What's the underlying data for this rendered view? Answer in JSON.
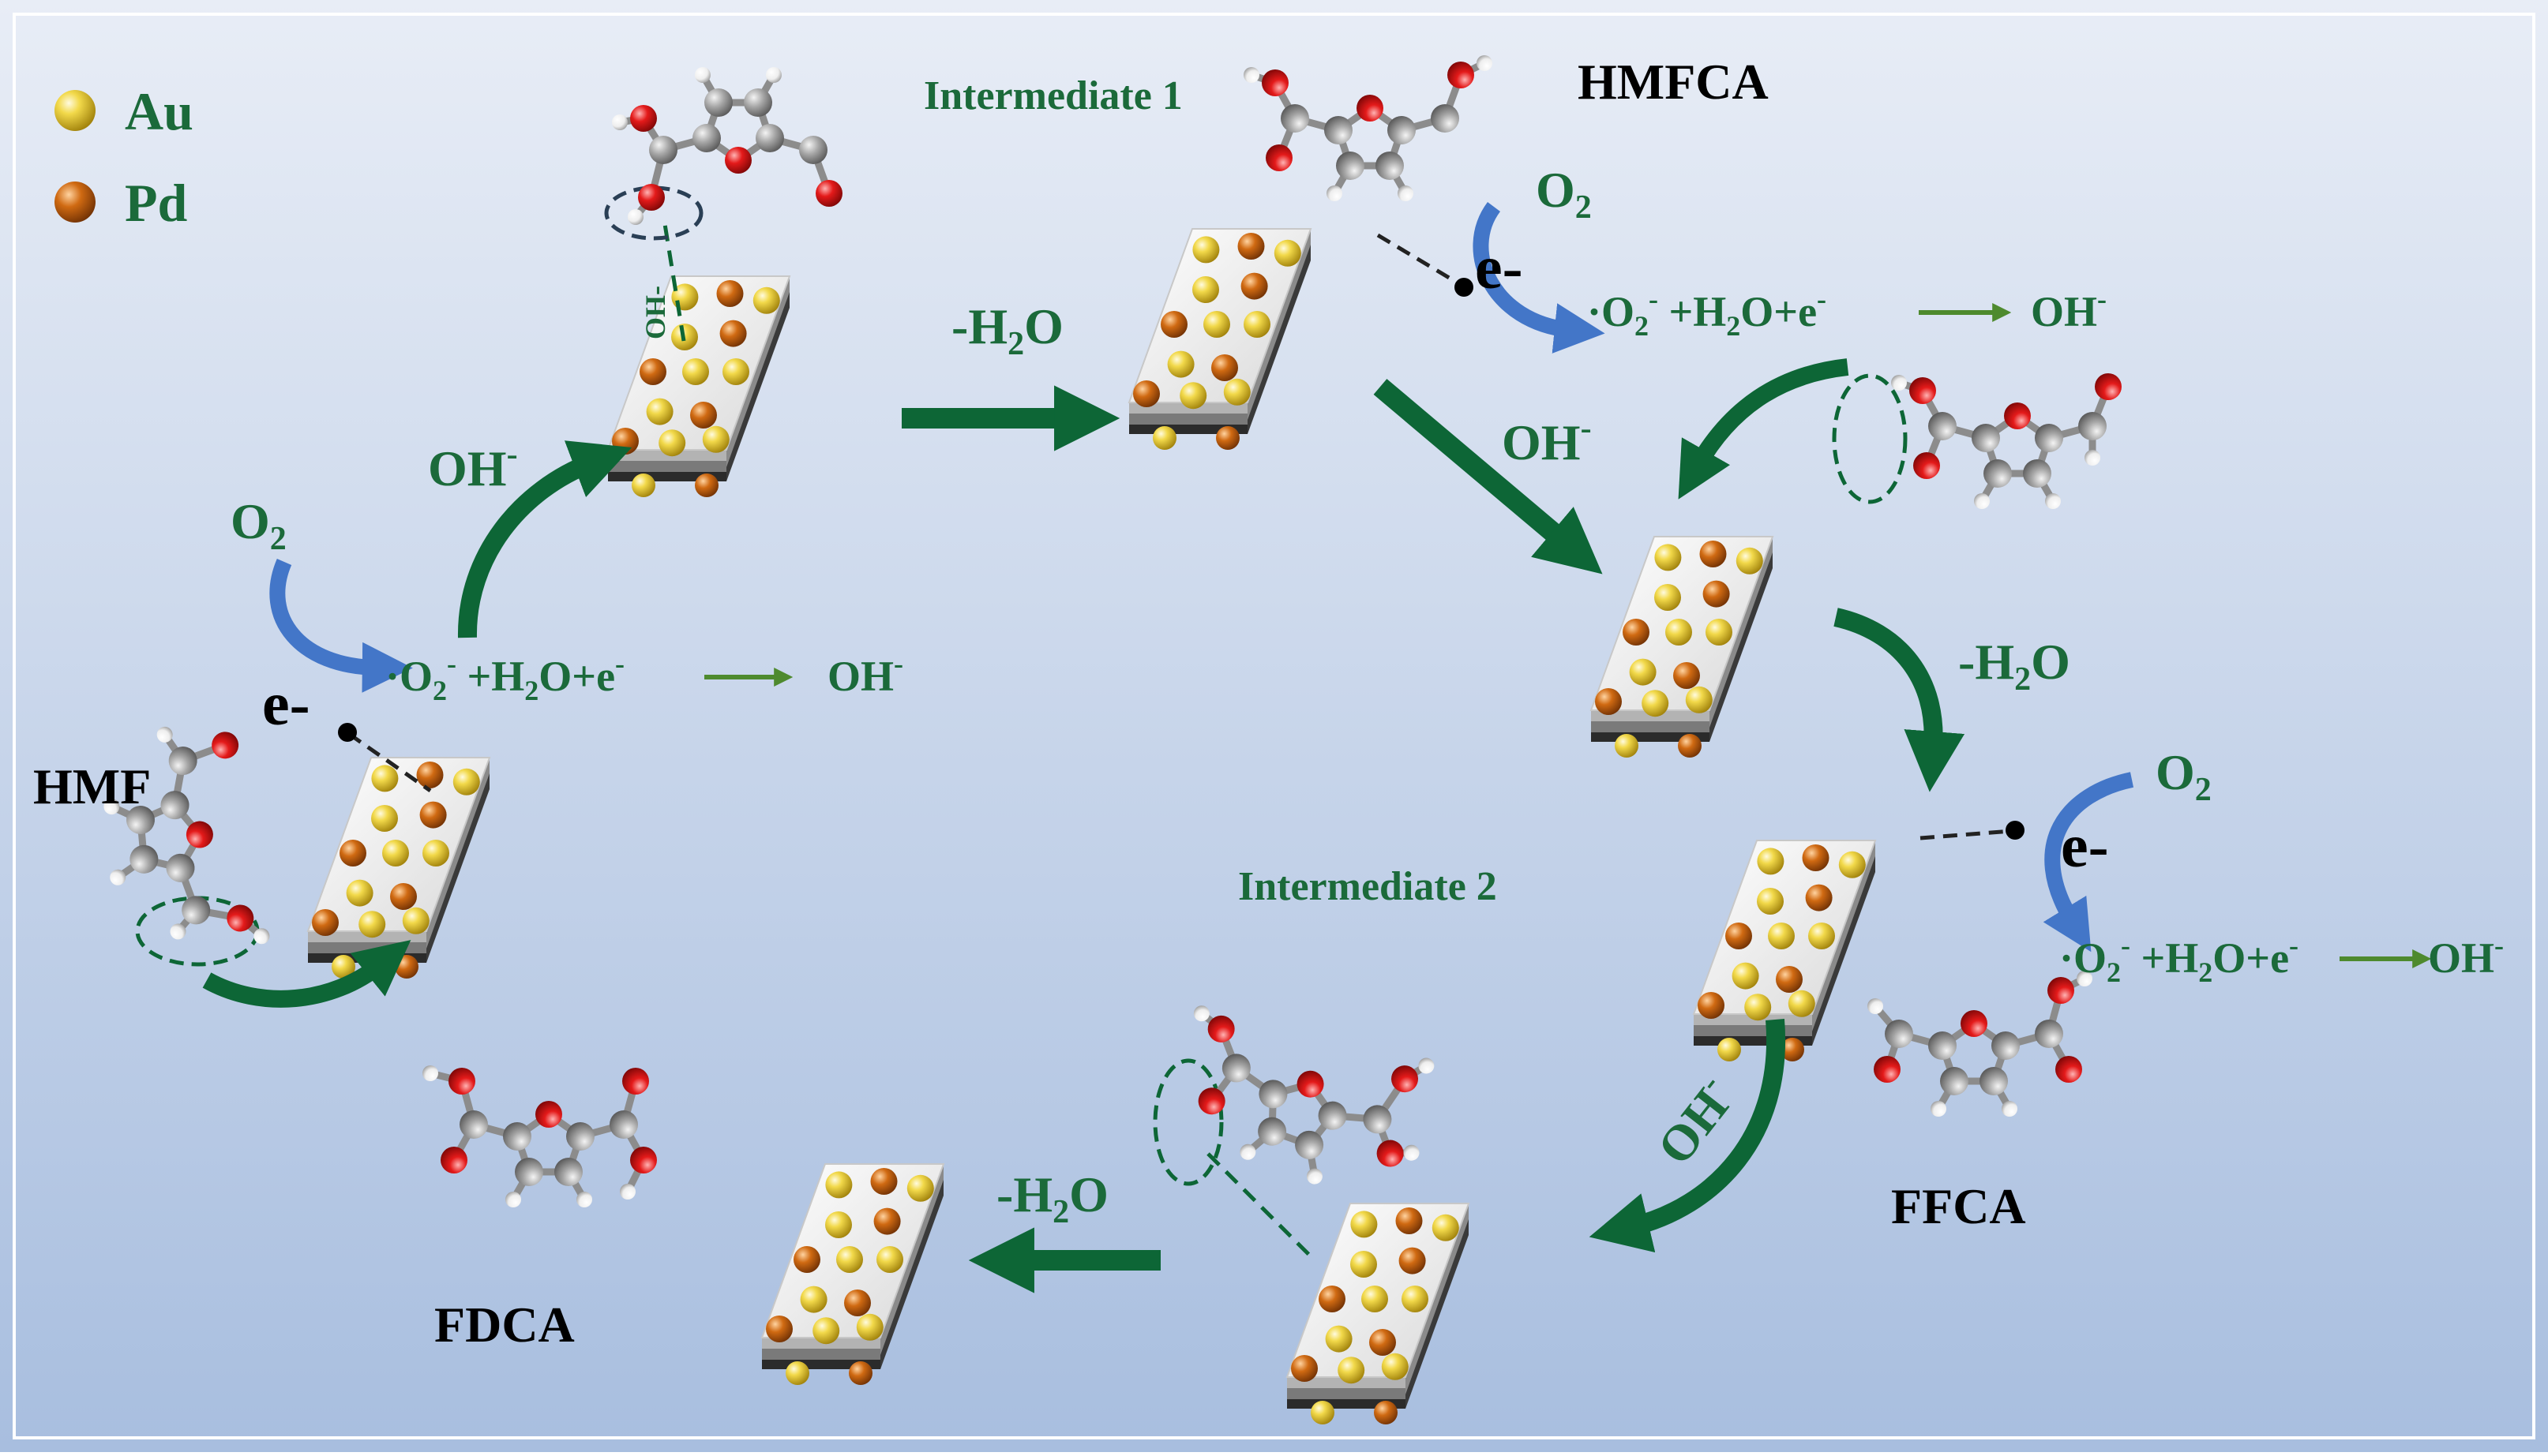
{
  "legend": {
    "items": [
      {
        "symbol": "Au",
        "label": "Au"
      },
      {
        "symbol": "Pd",
        "label": "Pd"
      }
    ]
  },
  "compounds": {
    "hmf": "HMF",
    "hmfca": "HMFCA",
    "ffca": "FFCA",
    "fdca": "FDCA",
    "intermediate1": "Intermediate 1",
    "intermediate2": "Intermediate 2"
  },
  "reaction_labels": {
    "oh": "OH",
    "minus": "-",
    "h2o_prefix": "-H",
    "h2o_sub": "2",
    "h2o_suffix": "O",
    "o2_base": "O",
    "o2_sub": "2",
    "electron": "e-",
    "oh_vertical": "OH-",
    "radical_dot_o": "·O",
    "radical_sub": "2",
    "radical_sup": "-",
    "water_term": " +H",
    "water_sub": "2",
    "water_o_e": "O+e",
    "e_sup": "-"
  },
  "colors": {
    "background_top": "#e6ecf6",
    "background_bottom": "#a9bfe0",
    "arrow_green": "#0d6636",
    "arrow_green_light": "#4e8a2e",
    "arrow_blue": "#4376c8",
    "label_green": "#1b6a3a",
    "text_black": "#000000",
    "au_gold": "#e6c734",
    "pd_orange": "#c8620f",
    "oxygen_red": "#e01818",
    "carbon_grey": "#9a9a9a",
    "hydrogen_white": "#ffffff"
  }
}
